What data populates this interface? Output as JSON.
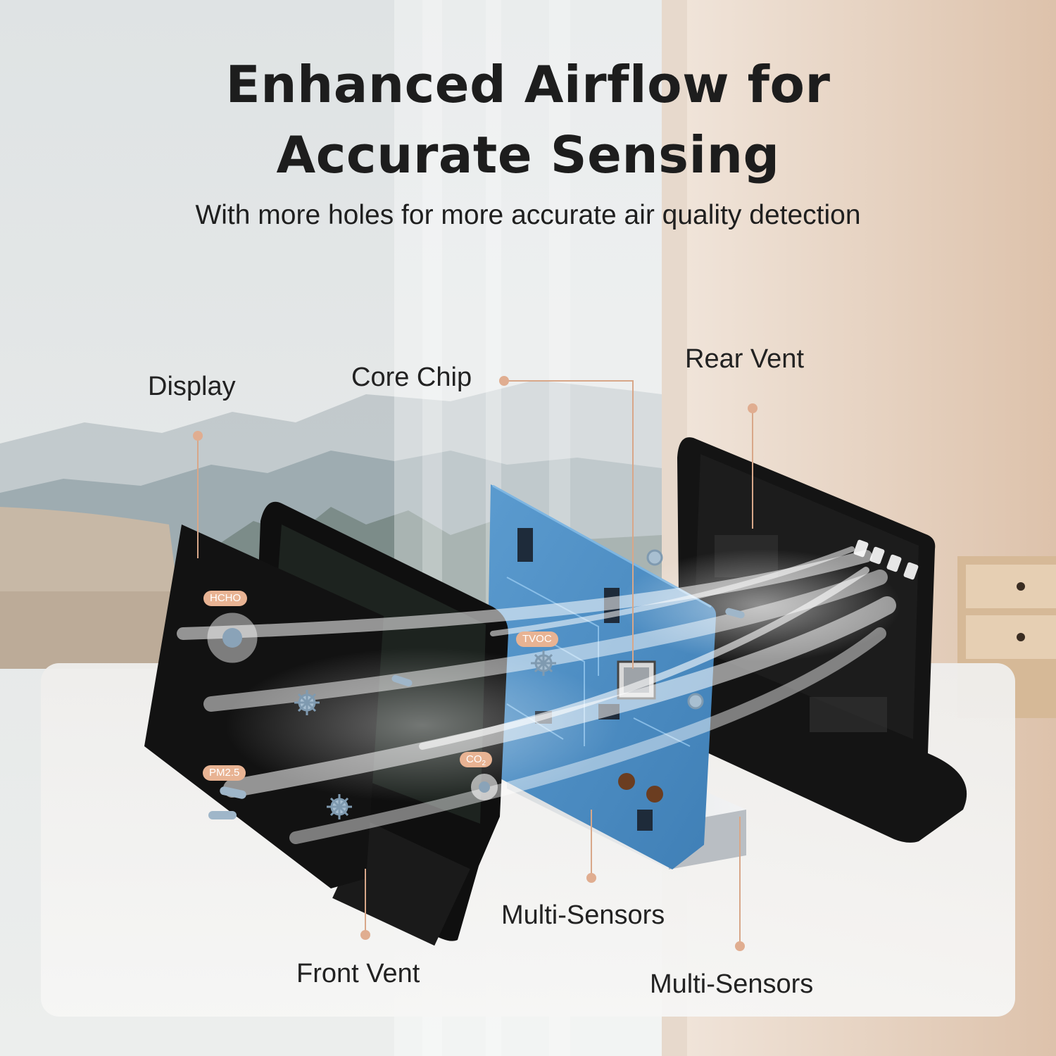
{
  "heading": {
    "title_line1": "Enhanced Airflow for",
    "title_line2": "Accurate Sensing",
    "subtitle": "With more holes for more accurate air quality detection"
  },
  "components": {
    "display": "Display",
    "core_chip": "Core Chip",
    "rear_vent": "Rear Vent",
    "front_vent": "Front Vent",
    "multi_sensors_board": "Multi-Sensors",
    "multi_sensors_base": "Multi-Sensors"
  },
  "pollutants": {
    "hcho": "HCHO",
    "pm25": "PM2.5",
    "co2_main": "CO",
    "co2_sub": "2",
    "tvoc": "TVOC"
  },
  "colors": {
    "accent": "#e8b393",
    "leader_line": "#d8a789",
    "pcb_blue": "#4f8fc4",
    "panel_black": "#141414"
  }
}
